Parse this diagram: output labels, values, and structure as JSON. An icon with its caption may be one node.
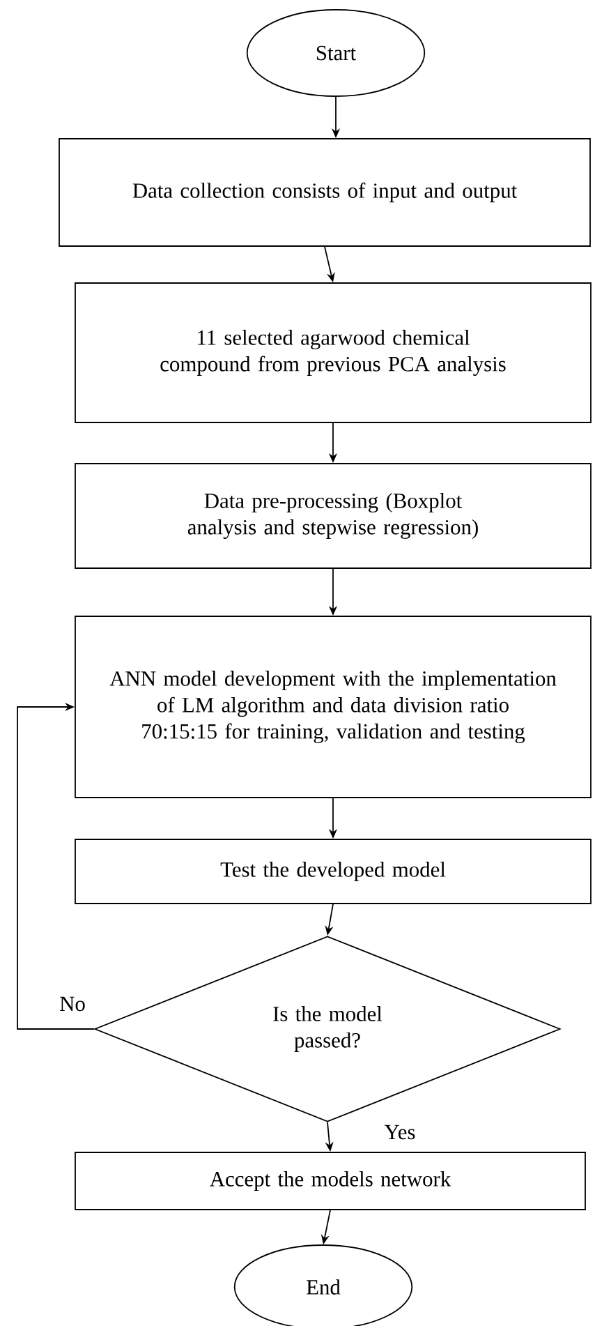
{
  "diagram": {
    "nodes": [
      {
        "text": [
          "Start"
        ]
      },
      {
        "text": [
          "Data collection consists of input and output"
        ]
      },
      {
        "text": [
          "11 selected agarwood chemical compound from previous PCA analysis"
        ]
      },
      {
        "text": [
          "Data pre-processing (Boxplot analysis and stepwise regression)"
        ]
      },
      {
        "text": [
          "ANN model development with the implementation of LM algorithm and data division ratio 70:15:15 for training, validation and testing"
        ]
      },
      {
        "text": [
          "Test the developed model"
        ]
      },
      {
        "text": [
          "Is the model passed?"
        ]
      },
      {
        "text": [
          "Accept the models network"
        ]
      },
      {
        "text": [
          "End"
        ]
      }
    ],
    "edges": [
      {
        "from": 0,
        "to": 1,
        "arrow": "to"
      },
      {
        "from": 1,
        "to": 2,
        "arrow": "to"
      },
      {
        "from": 2,
        "to": 3,
        "arrow": "to"
      },
      {
        "from": 3,
        "to": 4,
        "arrow": "to"
      },
      {
        "from": 4,
        "to": 5,
        "arrow": "to"
      },
      {
        "from": 5,
        "to": 6,
        "arrow": "to"
      },
      {
        "from": 6,
        "to": 7,
        "arrow": "to",
        "label": "Yes"
      },
      {
        "from": 7,
        "to": 8,
        "arrow": "to"
      },
      {
        "from": 6,
        "to": 4,
        "arrow": "to",
        "label": "No"
      }
    ]
  }
}
